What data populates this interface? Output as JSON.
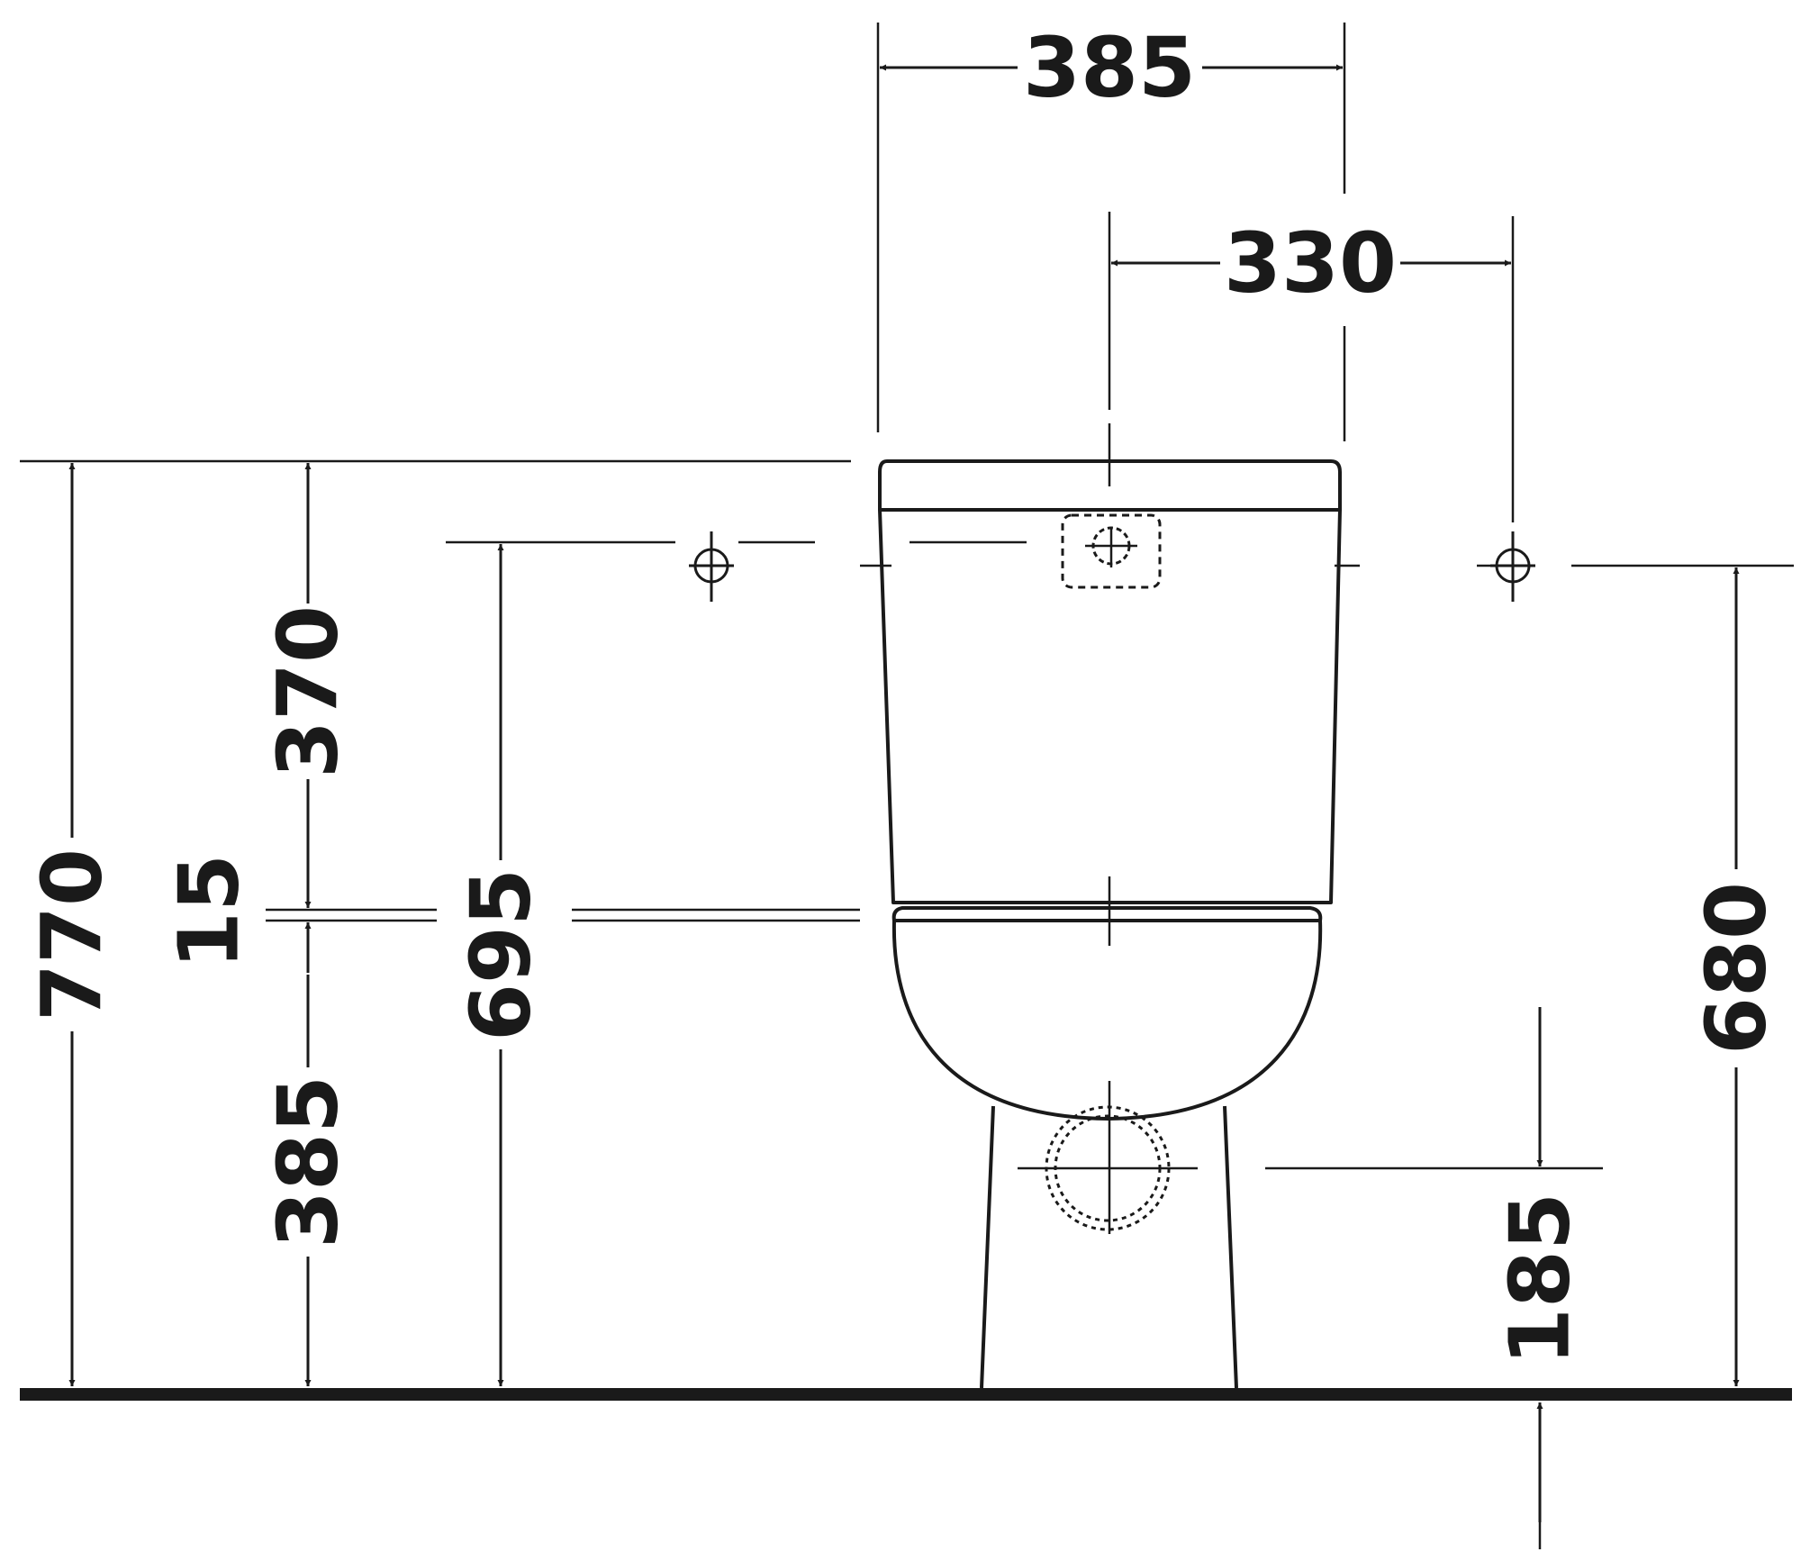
{
  "drawing": {
    "ink_color": "#1a1a1a",
    "background_color": "#ffffff",
    "dimensions": {
      "tank_width": "385",
      "fixing_hole_spacing": "330",
      "overall_height": "770",
      "tank_height": "370",
      "gap": "15",
      "bowl_rim_height": "385",
      "fixing_hole_height": "695",
      "water_inlet_height": "680",
      "outlet_height": "185"
    }
  }
}
